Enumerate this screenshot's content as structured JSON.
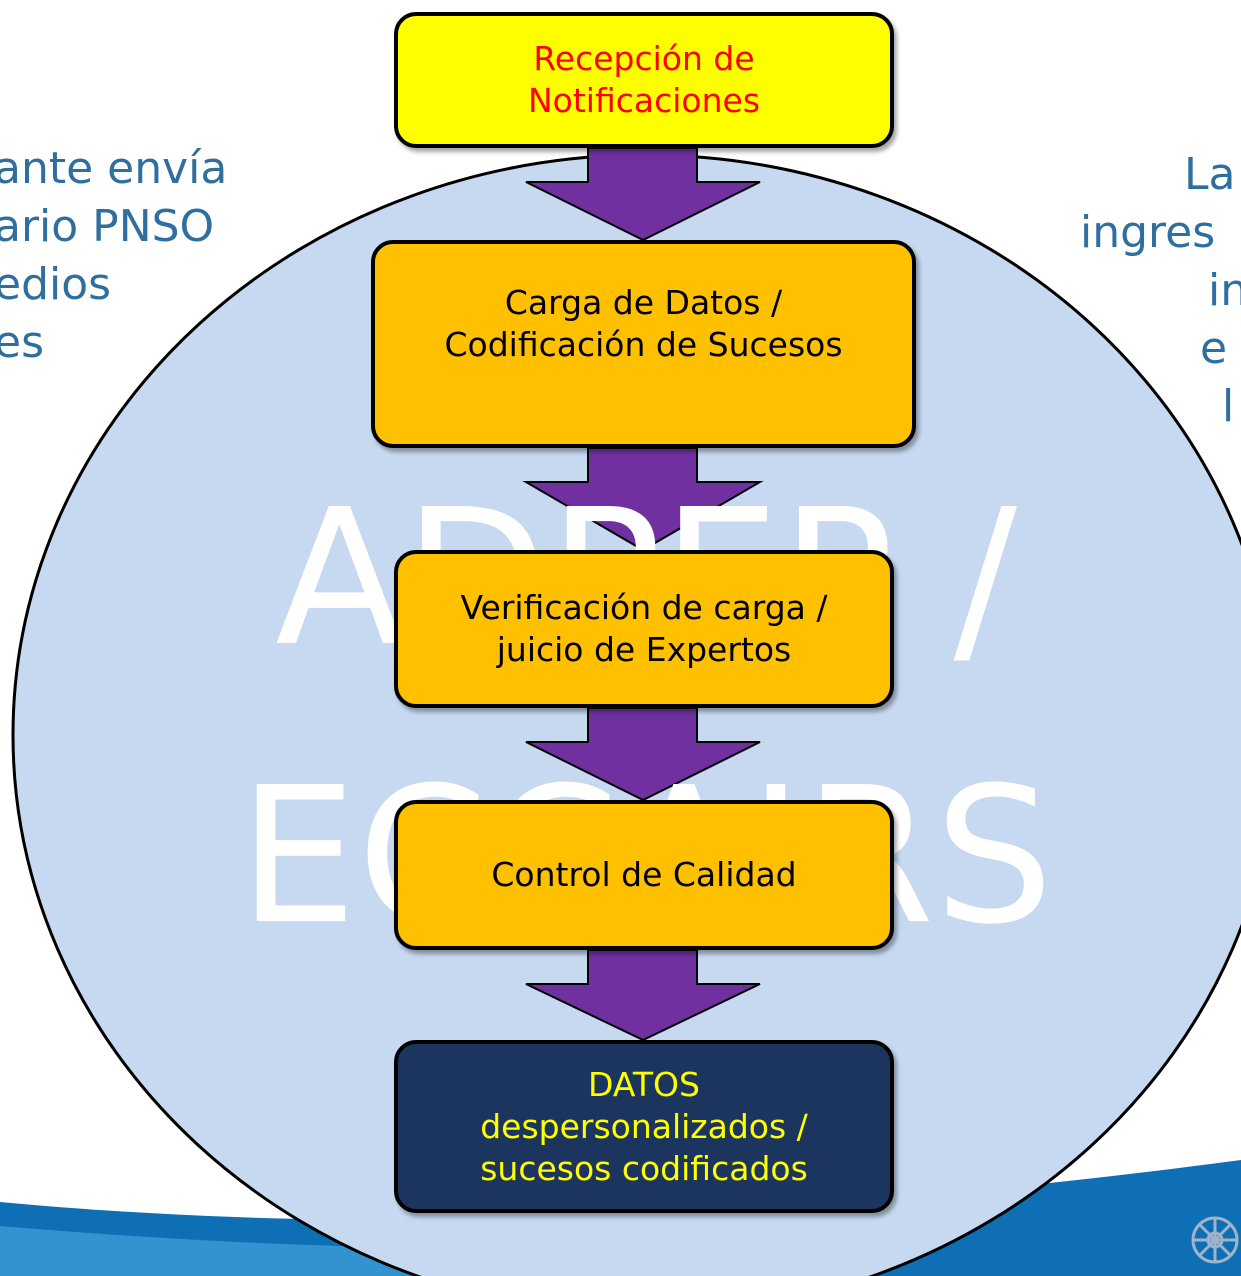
{
  "colors": {
    "circle_fill": "#c6d9f1",
    "arrow_fill": "#7030a0",
    "side_text": "#2e6f9e",
    "box_yellow": "#ffff00",
    "box_orange": "#ffc000",
    "box_navy": "#1c355e",
    "wave_blue": "#0e6fb5"
  },
  "left_text": [
    "ante envía",
    "ario PNSO",
    "edios",
    "es"
  ],
  "right_text": [
    "La",
    "ingres",
    "in",
    "e",
    "l"
  ],
  "watermark": {
    "line1": "ADPEP /",
    "line2": "ECCAIRS"
  },
  "steps": [
    {
      "lines": [
        "Recepción de",
        "Notificaciones"
      ]
    },
    {
      "lines": [
        "Carga de Datos /",
        "Codificación de Sucesos"
      ]
    },
    {
      "lines": [
        "Verificación de carga /",
        "juicio de Expertos"
      ]
    },
    {
      "lines": [
        "Control de Calidad"
      ]
    },
    {
      "lines": [
        "DATOS",
        "despersonalizados /",
        "sucesos codificados"
      ]
    }
  ]
}
